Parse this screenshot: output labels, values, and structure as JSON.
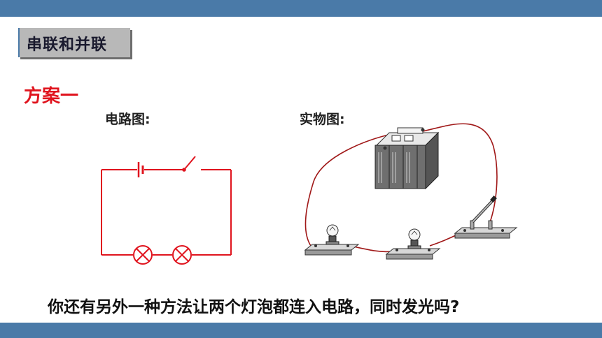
{
  "header": {
    "title": "串联和并联"
  },
  "scheme": {
    "label": "方案一"
  },
  "circuit": {
    "label": "电路图:"
  },
  "physical": {
    "label": "实物图:"
  },
  "question": {
    "text": "你还有另外一种方法让两个灯泡都连入电路，同时发光吗?"
  },
  "colors": {
    "bar": "#4a7aa8",
    "accent": "#e0141e",
    "wire": "#a01818"
  },
  "icons": [
    "battery-icon",
    "switch-icon",
    "lamp-icon",
    "bulb-icon",
    "knife-switch-icon"
  ]
}
